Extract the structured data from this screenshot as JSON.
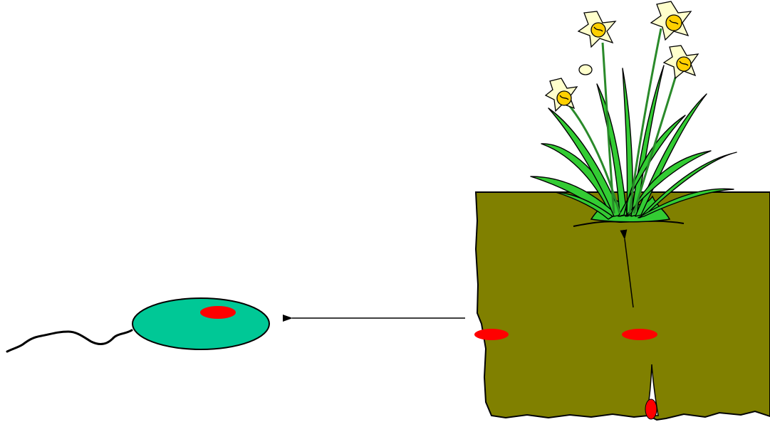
{
  "diagram": {
    "colors": {
      "background": "#ffffff",
      "soil": "#808000",
      "cell": "#00c896",
      "marker": "#ff0000",
      "leaf": "#33cc33",
      "petal": "#ffffcc",
      "corona": "#ffd000",
      "outline": "#000000"
    },
    "elements": {
      "cell": "sperm-cell-icon",
      "soil": "soil-block",
      "plant": "daffodil-plant-icon",
      "markers": [
        "marker-in-cell",
        "marker-left-soil",
        "marker-center-soil",
        "marker-bottom-crack"
      ],
      "arrows": [
        "arrow-to-cell",
        "arrow-to-plant"
      ]
    }
  }
}
